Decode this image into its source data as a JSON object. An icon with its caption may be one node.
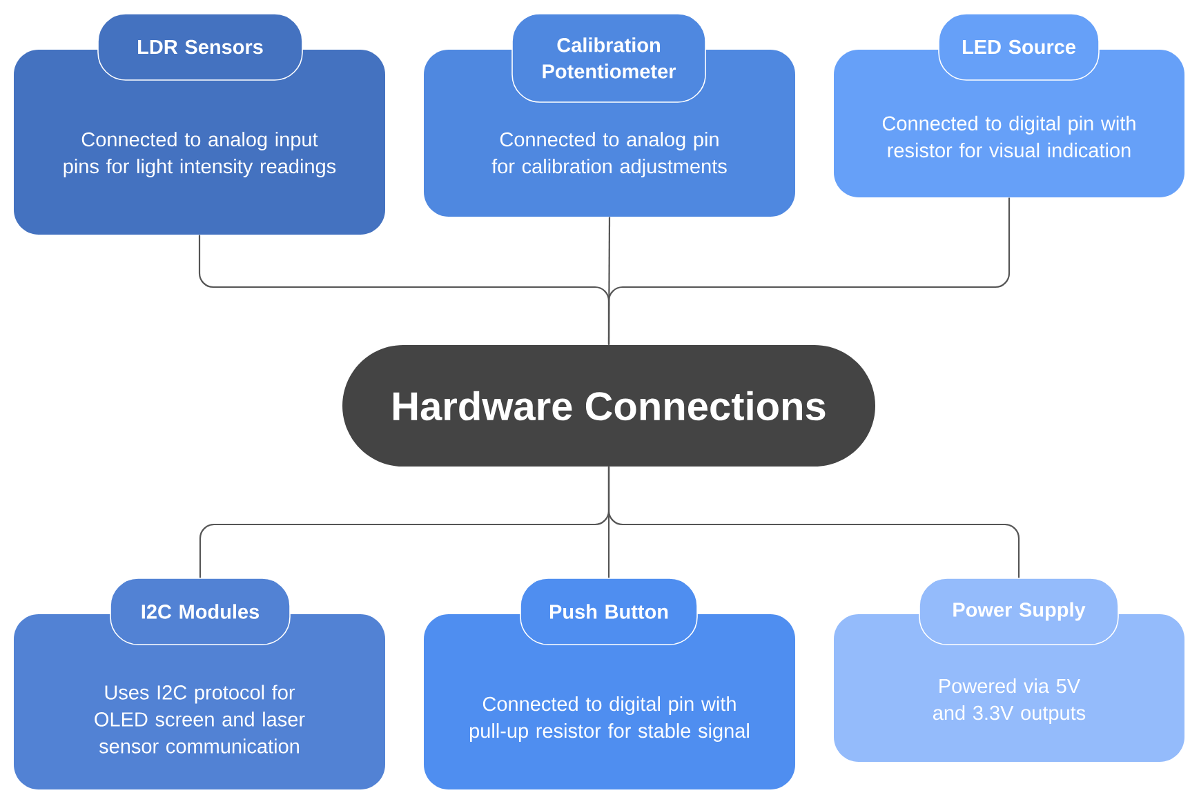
{
  "diagram": {
    "nodes": [
      {
        "text": [
          "Hardware Connections"
        ]
      },
      {
        "text": [
          "LDR Sensors",
          "Connected to analog input pins for light intensity readings"
        ]
      },
      {
        "text": [
          "Calibration Potentiometer",
          "Connected to analog pin for calibration adjustments"
        ]
      },
      {
        "text": [
          "LED Source",
          "Connected to digital pin with resistor for visual indication"
        ]
      },
      {
        "text": [
          "I2C Modules",
          "Uses I2C protocol for OLED screen and laser sensor communication"
        ]
      },
      {
        "text": [
          "Push Button",
          "Connected to digital pin with pull-up resistor for stable signal"
        ]
      },
      {
        "text": [
          "Power Supply",
          "Powered via 5V and 3.3V outputs"
        ]
      }
    ],
    "edges": [
      {
        "from": 0,
        "to": 1,
        "arrow": "none"
      },
      {
        "from": 0,
        "to": 2,
        "arrow": "none"
      },
      {
        "from": 0,
        "to": 3,
        "arrow": "none"
      },
      {
        "from": 0,
        "to": 4,
        "arrow": "none"
      },
      {
        "from": 0,
        "to": 5,
        "arrow": "none"
      },
      {
        "from": 0,
        "to": 6,
        "arrow": "none"
      }
    ]
  }
}
